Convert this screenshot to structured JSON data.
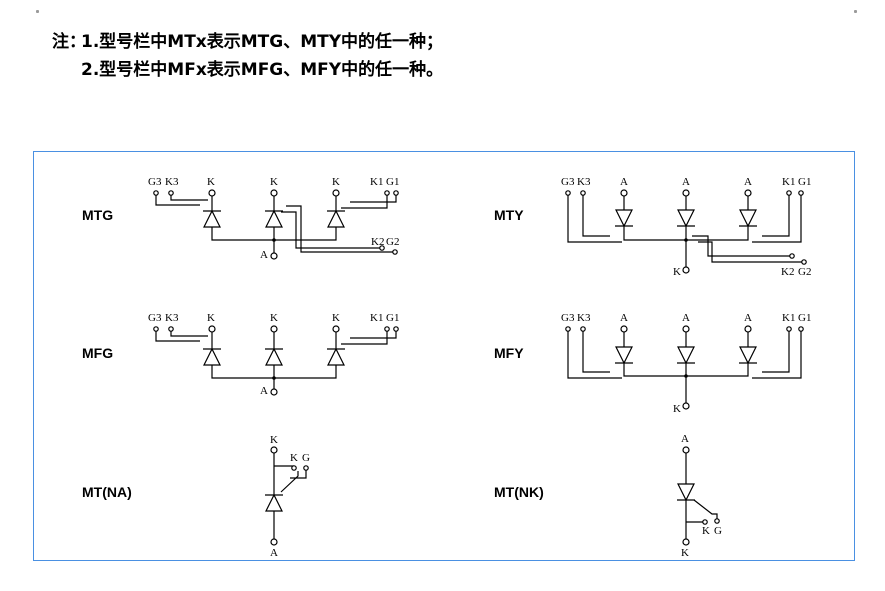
{
  "notes": {
    "prefix": "注：",
    "line1": "1.型号栏中MTx表示MTG、MTY中的任一种；",
    "line2": "2.型号栏中MFx表示MFG、MFY中的任一种。"
  },
  "colors": {
    "frame": "#4a90e2",
    "line": "#000000"
  },
  "modules": {
    "mtg": {
      "name": "MTG",
      "pins": [
        "G3",
        "K3",
        "K",
        "K",
        "K",
        "K1",
        "G1",
        "K2",
        "G2",
        "A"
      ]
    },
    "mty": {
      "name": "MTY",
      "pins": [
        "G3",
        "K3",
        "A",
        "A",
        "A",
        "K1",
        "G1",
        "K2",
        "G2",
        "K"
      ]
    },
    "mfg": {
      "name": "MFG",
      "pins": [
        "G3",
        "K3",
        "K",
        "K",
        "K",
        "K1",
        "G1",
        "A"
      ]
    },
    "mfy": {
      "name": "MFY",
      "pins": [
        "G3",
        "K3",
        "A",
        "A",
        "A",
        "K1",
        "G1",
        "K"
      ]
    },
    "mtna": {
      "name": "MT(NA)",
      "pins": [
        "K",
        "K",
        "G",
        "A"
      ]
    },
    "mtnk": {
      "name": "MT(NK)",
      "pins": [
        "A",
        "K",
        "G",
        "K"
      ]
    }
  }
}
